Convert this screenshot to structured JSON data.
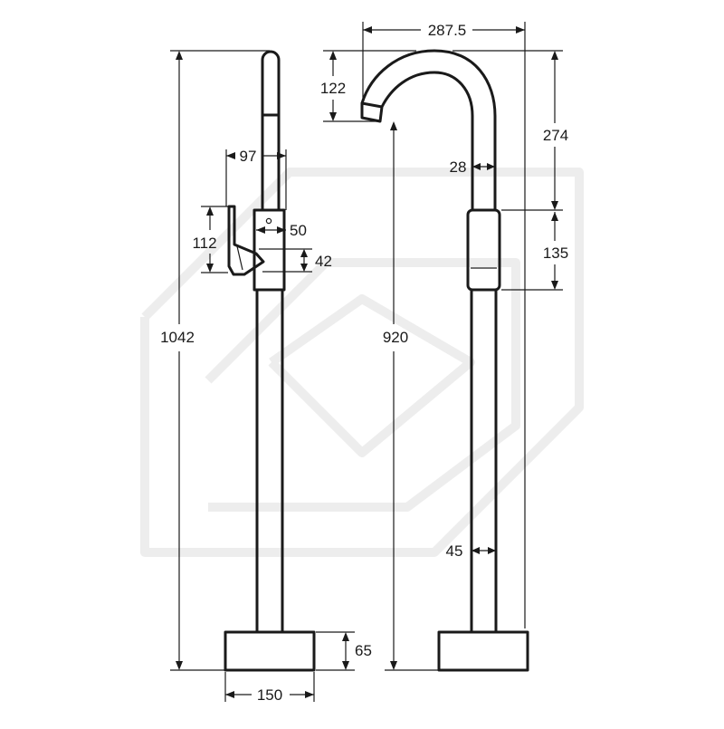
{
  "drawing": {
    "colors": {
      "line": "#1a1a1a",
      "watermark": "#ededed",
      "background": "#ffffff"
    },
    "dimensions": {
      "total_height": "1042",
      "handle_reach": "97",
      "handle_height": "112",
      "body_width": "50",
      "lever_height": "42",
      "base_height": "65",
      "base_width": "150",
      "spout_reach": "287.5",
      "spout_drop": "122",
      "spout_height": "274",
      "spout_diameter": "28",
      "body_length": "135",
      "outlet_height": "920",
      "column_diameter": "45"
    }
  }
}
